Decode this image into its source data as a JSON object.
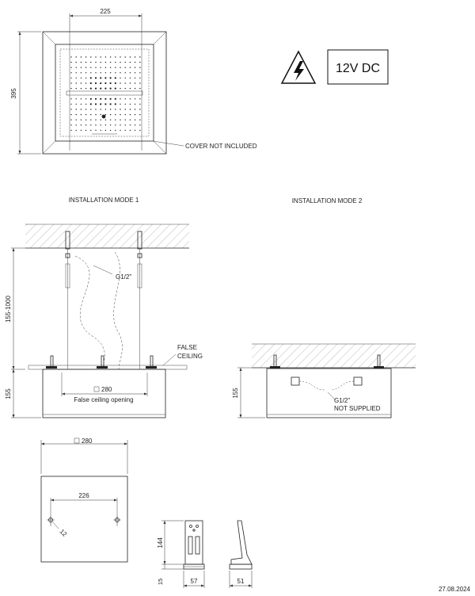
{
  "top_view": {
    "width_dim": "225",
    "side_dim": "395",
    "cover_note": "COVER NOT INCLUDED"
  },
  "voltage": {
    "label": "12V DC",
    "icon": "high-voltage-icon"
  },
  "mode1": {
    "title": "INSTALLATION MODE 1",
    "pipe": "G1/2\"",
    "false_ceiling_1": "FALSE",
    "false_ceiling_2": "CEILING",
    "height_dim": "155-1000",
    "body_dim": "155",
    "opening_dim": "280",
    "opening_label": "False ceiling opening"
  },
  "mode2": {
    "title": "INSTALLATION MODE 2",
    "pipe": "G1/2\"",
    "not_supplied": "NOT SUPPLIED",
    "body_dim": "155"
  },
  "cutout": {
    "outer_dim": "280",
    "inner_dim": "226",
    "hole_dim": "12"
  },
  "bracket": {
    "height_dim": "144",
    "base_dim": "15",
    "width_dim": "57",
    "depth_dim": "51"
  },
  "date": "27.08.2024",
  "colors": {
    "line": "#222222",
    "hatch": "#777777",
    "background": "#ffffff"
  }
}
